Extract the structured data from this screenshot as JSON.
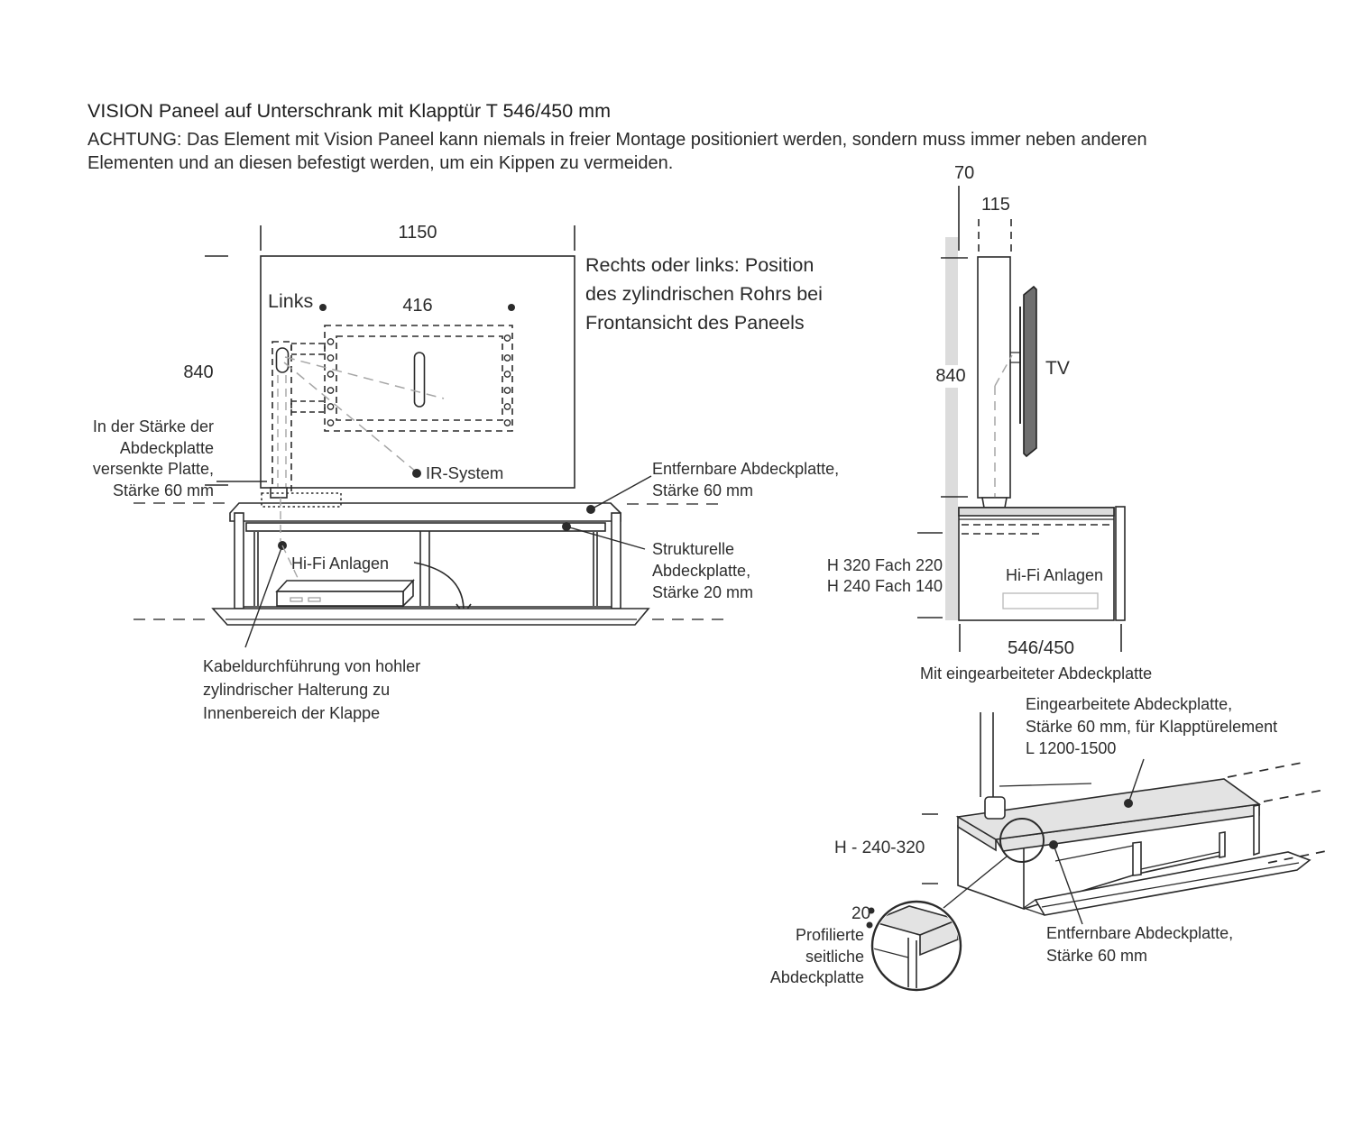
{
  "header": {
    "title": "VISION Paneel auf Unterschrank mit Klapptür T 546/450 mm",
    "warning": "ACHTUNG: Das Element mit Vision Paneel kann niemals in freier Montage positioniert werden, sondern muss immer neben anderen\nElementen und an diesen befestigt werden, um ein Kippen zu vermeiden."
  },
  "front_view": {
    "width_dim": "1150",
    "inner_width_dim": "416",
    "height_dim": "840",
    "position_label": "Links",
    "ir_label": "IR-System",
    "note_position": "Rechts oder links: Position\ndes zylindrischen Rohrs bei\nFrontansicht des Paneels",
    "note_recessed_plate": "In der Stärke der\nAbdeckplatte\nversenkte Platte,\nStärke 60 mm",
    "hifi_label": "Hi-Fi Anlagen",
    "note_cable": "Kabeldurchführung von hohler\nzylindrischer Halterung zu\nInnenbereich der Klappe",
    "note_removable_plate": "Entfernbare Abdeckplatte,\nStärke 60 mm",
    "note_structural_plate": "Strukturelle\nAbdeckplatte,\nStärke 20 mm"
  },
  "side_view": {
    "offset_dim": "70",
    "panel_depth_dim": "115",
    "height_dim": "840",
    "tv_label": "TV",
    "shelf_dims": "H 320 Fach 220\nH 240 Fach 140",
    "hifi_label": "Hi-Fi Anlagen",
    "depth_dim": "546/450",
    "caption": "Mit eingearbeiteter Abdeckplatte"
  },
  "iso_view": {
    "note_integrated_plate": "Eingearbeitete Abdeckplatte,\nStärke 60 mm, für Klapptürelement\nL 1200-1500",
    "height_range_dim": "H - 240-320",
    "profile_dim": "20",
    "note_profiled_plate": "Profilierte\nseitliche\nAbdeckplatte",
    "note_removable_plate": "Entfernbare Abdeckplatte,\nStärke 60 mm"
  },
  "colors": {
    "line": "#2b2b2b",
    "gray_fill": "#dcdcdc",
    "light_gray_fill": "#e3e3e3",
    "tv_fill": "#6f6f6f",
    "leader_gray": "#a6a6a6"
  }
}
